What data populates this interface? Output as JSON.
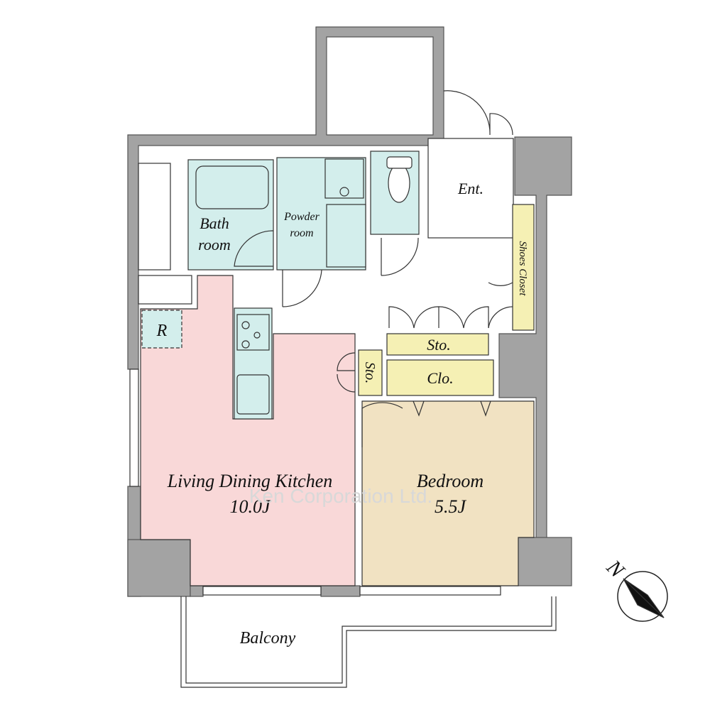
{
  "rooms": {
    "ldk": {
      "name": "Living Dining Kitchen",
      "size": "10.0J"
    },
    "bedroom": {
      "name": "Bedroom",
      "size": "5.5J"
    },
    "bath": {
      "line1": "Bath",
      "line2": "room"
    },
    "powder": {
      "line1": "Powder",
      "line2": "room"
    },
    "entrance": "Ent.",
    "shoes_closet": "Shoes Closet",
    "storage_hall": "Sto.",
    "storage_small": "Sto.",
    "closet": "Clo.",
    "refrigerator": "R",
    "balcony": "Balcony"
  },
  "watermark": "Ken Corporation Ltd.",
  "compass": {
    "label": "N"
  },
  "colors": {
    "wall": "#a3a3a3",
    "ldk": "#f9d8d8",
    "bedroom": "#f1e2c2",
    "wet": "#d3eeec",
    "storage": "#f5f0b4"
  }
}
